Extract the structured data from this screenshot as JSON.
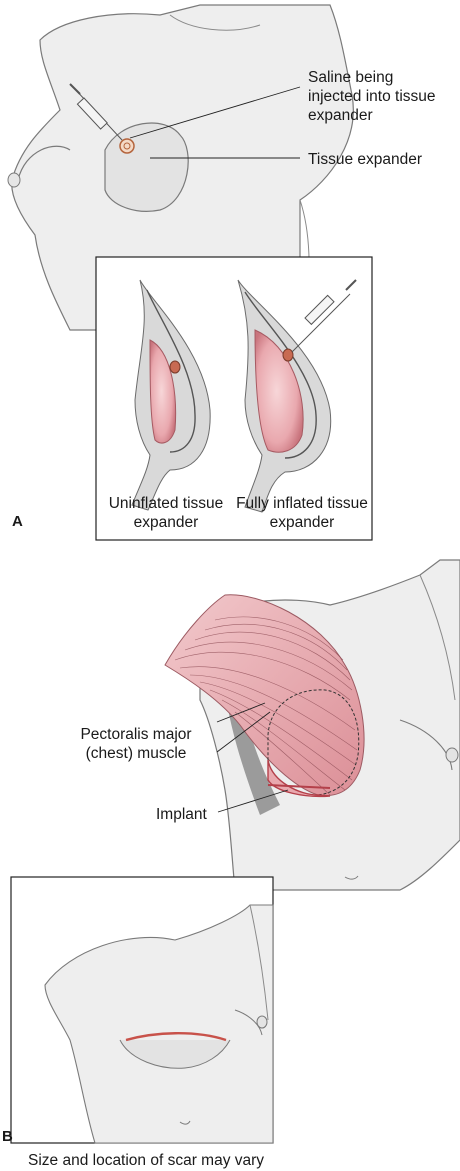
{
  "panel_a": {
    "letter": "A",
    "labels": {
      "saline": "Saline being injected into tissue expander",
      "tissue_expander": "Tissue expander",
      "uninflated": "Uninflated tissue expander",
      "fully_inflated": "Fully inflated tissue expander"
    }
  },
  "panel_b": {
    "letter": "B",
    "labels": {
      "pectoralis": "Pectoralis major (chest) muscle",
      "implant": "Implant",
      "scar_caption": "Size and location of scar may vary"
    }
  },
  "colors": {
    "skin": "#ededed",
    "outline": "#6b6b6b",
    "muscle": "#e8aeb3",
    "muscle_dark": "#c9747d",
    "implant_fill": "#f0c4c7",
    "scar": "#c8524a"
  }
}
